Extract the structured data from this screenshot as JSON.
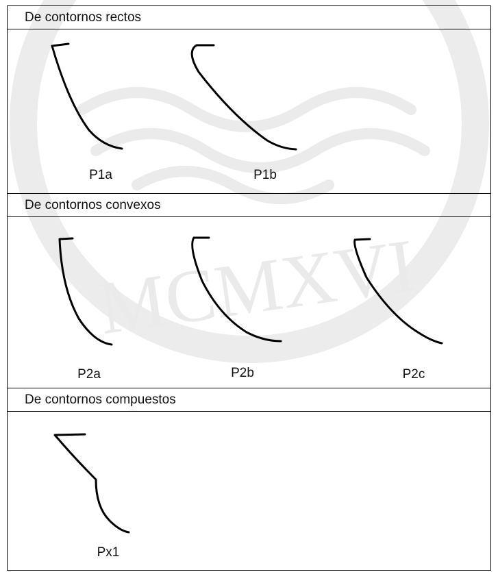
{
  "sections": [
    {
      "title": "De contornos rectos",
      "profiles": [
        {
          "label": "P1a",
          "icon": "straight-profile"
        },
        {
          "label": "P1b",
          "icon": "straight-profile"
        }
      ]
    },
    {
      "title": "De contornos convexos",
      "profiles": [
        {
          "label": "P2a",
          "icon": "convex-profile"
        },
        {
          "label": "P2b",
          "icon": "convex-profile"
        },
        {
          "label": "P2c",
          "icon": "convex-profile"
        }
      ]
    },
    {
      "title": "De contornos compuestos",
      "profiles": [
        {
          "label": "Px1",
          "icon": "composite-profile"
        }
      ]
    }
  ],
  "watermark_text": "MCMXVI",
  "colors": {
    "line": "#000000",
    "watermark": "#e9e9e9",
    "background": "#ffffff"
  }
}
